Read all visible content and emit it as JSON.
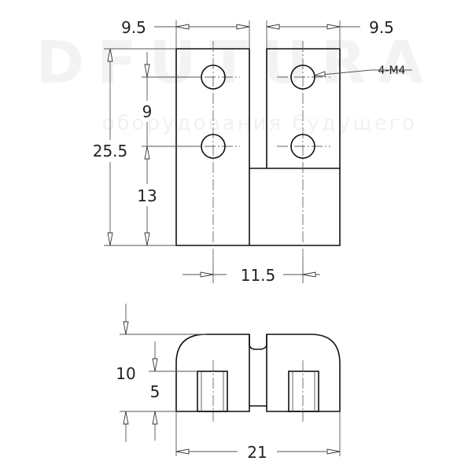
{
  "watermark": {
    "brand": "DFUTURA",
    "tagline": "оборудования будущего"
  },
  "dimensions": {
    "top_left_width": "9.5",
    "top_right_width": "9.5",
    "hole_pitch": "9",
    "overall_height": "25.5",
    "lower_height": "13",
    "step_width": "11.5",
    "side_height": "10",
    "slot_depth": "5",
    "overall_width": "21"
  },
  "callouts": {
    "thread_spec": "4-M4"
  }
}
